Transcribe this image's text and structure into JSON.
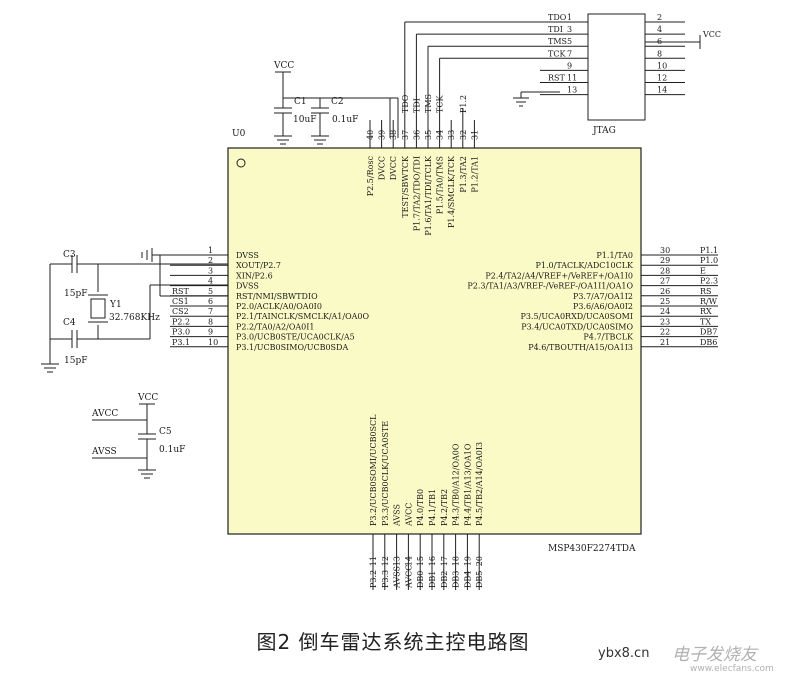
{
  "caption": "图2  倒车雷达系统主控电路图",
  "watermark": {
    "site": "ybx8.cn",
    "brand": "电子发烧友",
    "url": "www.elecfans.com"
  },
  "chip": {
    "ref": "U0",
    "part": "MSP430F2274TDA",
    "fill": "#fafac6",
    "left_pins": [
      {
        "num": "1",
        "name": "DVSS",
        "net": ""
      },
      {
        "num": "2",
        "name": "XOUT/P2.7",
        "net": ""
      },
      {
        "num": "3",
        "name": "XIN/P2.6",
        "net": ""
      },
      {
        "num": "4",
        "name": "DVSS",
        "net": ""
      },
      {
        "num": "5",
        "name": "RST/NMI/SBWTDIO",
        "net": "RST"
      },
      {
        "num": "6",
        "name": "P2.0/ACLK/A0/OA0I0",
        "net": "CS1"
      },
      {
        "num": "7",
        "name": "P2.1/TAINCLK/SMCLK/A1/OA0O",
        "net": "CS2"
      },
      {
        "num": "8",
        "name": "P2.2/TA0/A2/OA0I1",
        "net": "P2.2"
      },
      {
        "num": "9",
        "name": "P3.0/UCB0STE/UCA0CLK/A5",
        "net": "P3.0"
      },
      {
        "num": "10",
        "name": "P3.1/UCB0SIMO/UCB0SDA",
        "net": "P3.1"
      }
    ],
    "right_pins": [
      {
        "num": "30",
        "name": "P1.1/TA0",
        "net": "P1.1"
      },
      {
        "num": "29",
        "name": "P1.0/TACLK/ADC10CLK",
        "net": "P1.0"
      },
      {
        "num": "28",
        "name": "P2.4/TA2/A4/VREF+/VeREF+/OA1I0",
        "net": "E"
      },
      {
        "num": "27",
        "name": "P2.3/TA1/A3/VREF-/VeREF-/OA1I1/OA1O",
        "net": "P2.3"
      },
      {
        "num": "26",
        "name": "P3.7/A7/OA1I2",
        "net": "RS"
      },
      {
        "num": "25",
        "name": "P3.6/A6/OA0I2",
        "net": "R/W"
      },
      {
        "num": "24",
        "name": "P3.5/UCA0RXD/UCA0SOMI",
        "net": "RX"
      },
      {
        "num": "23",
        "name": "P3.4/UCA0TXD/UCA0SIMO",
        "net": "TX"
      },
      {
        "num": "22",
        "name": "P4.7/TBCLK",
        "net": "DB7"
      },
      {
        "num": "21",
        "name": "P4.6/TBOUTH/A15/OA1I3",
        "net": "DB6"
      }
    ],
    "top_pins": [
      {
        "num": "40",
        "name": "P2.5/Rosc",
        "net": ""
      },
      {
        "num": "39",
        "name": "DVCC",
        "net": ""
      },
      {
        "num": "38",
        "name": "DVCC",
        "net": ""
      },
      {
        "num": "37",
        "name": "TEST/SBWTCK",
        "net": "TDO"
      },
      {
        "num": "36",
        "name": "P1.7/TA2/TDO/TDI",
        "net": "TDI"
      },
      {
        "num": "35",
        "name": "P1.6/TA1/TDI/TCLK",
        "net": "TMS"
      },
      {
        "num": "34",
        "name": "P1.5/TA0/TMS",
        "net": "TCK"
      },
      {
        "num": "33",
        "name": "P1.4/SMCLK/TCK",
        "net": ""
      },
      {
        "num": "32",
        "name": "P1.3/TA2",
        "net": "P1.2"
      },
      {
        "num": "31",
        "name": "P1.2/TA1",
        "net": ""
      }
    ],
    "bottom_pins": [
      {
        "num": "11",
        "name": "P3.2/UCB0SOMI/UCB0SCL",
        "net": "P3.2"
      },
      {
        "num": "12",
        "name": "P3.3/UCB0CLK/UCA0STE",
        "net": "P3.3"
      },
      {
        "num": "13",
        "name": "AVSS",
        "net": "AVSS"
      },
      {
        "num": "14",
        "name": "AVCC",
        "net": "AVCC"
      },
      {
        "num": "15",
        "name": "P4.0/TB0",
        "net": "DB0"
      },
      {
        "num": "16",
        "name": "P4.1/TB1",
        "net": "DB1"
      },
      {
        "num": "17",
        "name": "P4.2/TB2",
        "net": "DB2"
      },
      {
        "num": "18",
        "name": "P4.3/TB0/A12/OA0O",
        "net": "DB3"
      },
      {
        "num": "19",
        "name": "P4.4/TB1/A13/OA1O",
        "net": "DB4"
      },
      {
        "num": "20",
        "name": "P4.5/TB2/A14/OA0I3",
        "net": "DB5"
      }
    ]
  },
  "jtag": {
    "ref": "JTAG",
    "left": [
      {
        "num": "1",
        "net": "TDO"
      },
      {
        "num": "3",
        "net": "TDI"
      },
      {
        "num": "5",
        "net": "TMS"
      },
      {
        "num": "7",
        "net": "TCK"
      },
      {
        "num": "9",
        "net": ""
      },
      {
        "num": "11",
        "net": "RST"
      },
      {
        "num": "13",
        "net": ""
      }
    ],
    "right": [
      {
        "num": "2",
        "net": ""
      },
      {
        "num": "4",
        "net": "VCC"
      },
      {
        "num": "6",
        "net": ""
      },
      {
        "num": "8",
        "net": ""
      },
      {
        "num": "10",
        "net": ""
      },
      {
        "num": "12",
        "net": ""
      },
      {
        "num": "14",
        "net": ""
      }
    ]
  },
  "parts": {
    "vcc_top": "VCC",
    "c1_ref": "C1",
    "c1_val": "10uF",
    "c2_ref": "C2",
    "c2_val": "0.1uF",
    "c3_ref": "C3",
    "c3_val": "15pF",
    "c4_ref": "C4",
    "c4_val": "15pF",
    "y1_ref": "Y1",
    "y1_val": "32.768KHz",
    "avcc": "AVCC",
    "avss": "AVSS",
    "vcc_c5": "VCC",
    "c5_ref": "C5",
    "c5_val": "0.1uF"
  }
}
